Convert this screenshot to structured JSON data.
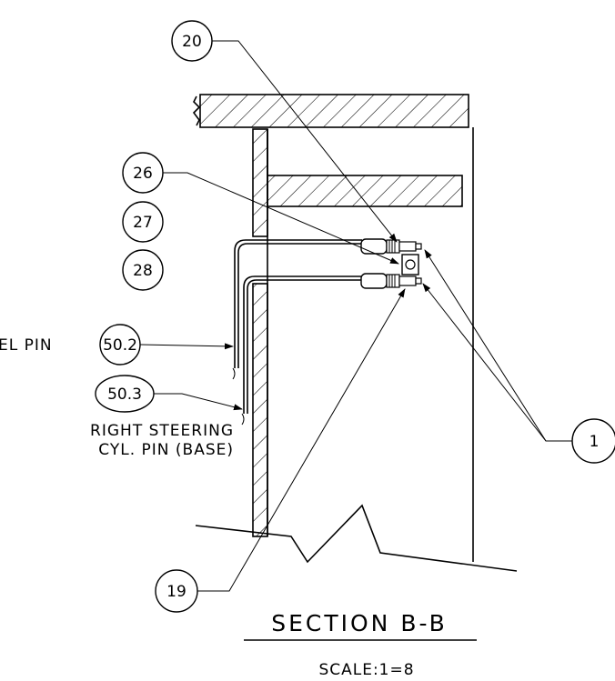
{
  "balloons": {
    "b20": "20",
    "b26": "26",
    "b27": "27",
    "b28": "28",
    "b50_2": "50.2",
    "b50_3": "50.3",
    "b1": "1",
    "b19": "19"
  },
  "notes": {
    "left_pin_partial": "EL PIN",
    "right_pin_line1": "RIGHT STEERING",
    "right_pin_line2": "CYL. PIN (BASE)"
  },
  "title": {
    "section": "SECTION B-B",
    "scale": "SCALE:1=8"
  }
}
